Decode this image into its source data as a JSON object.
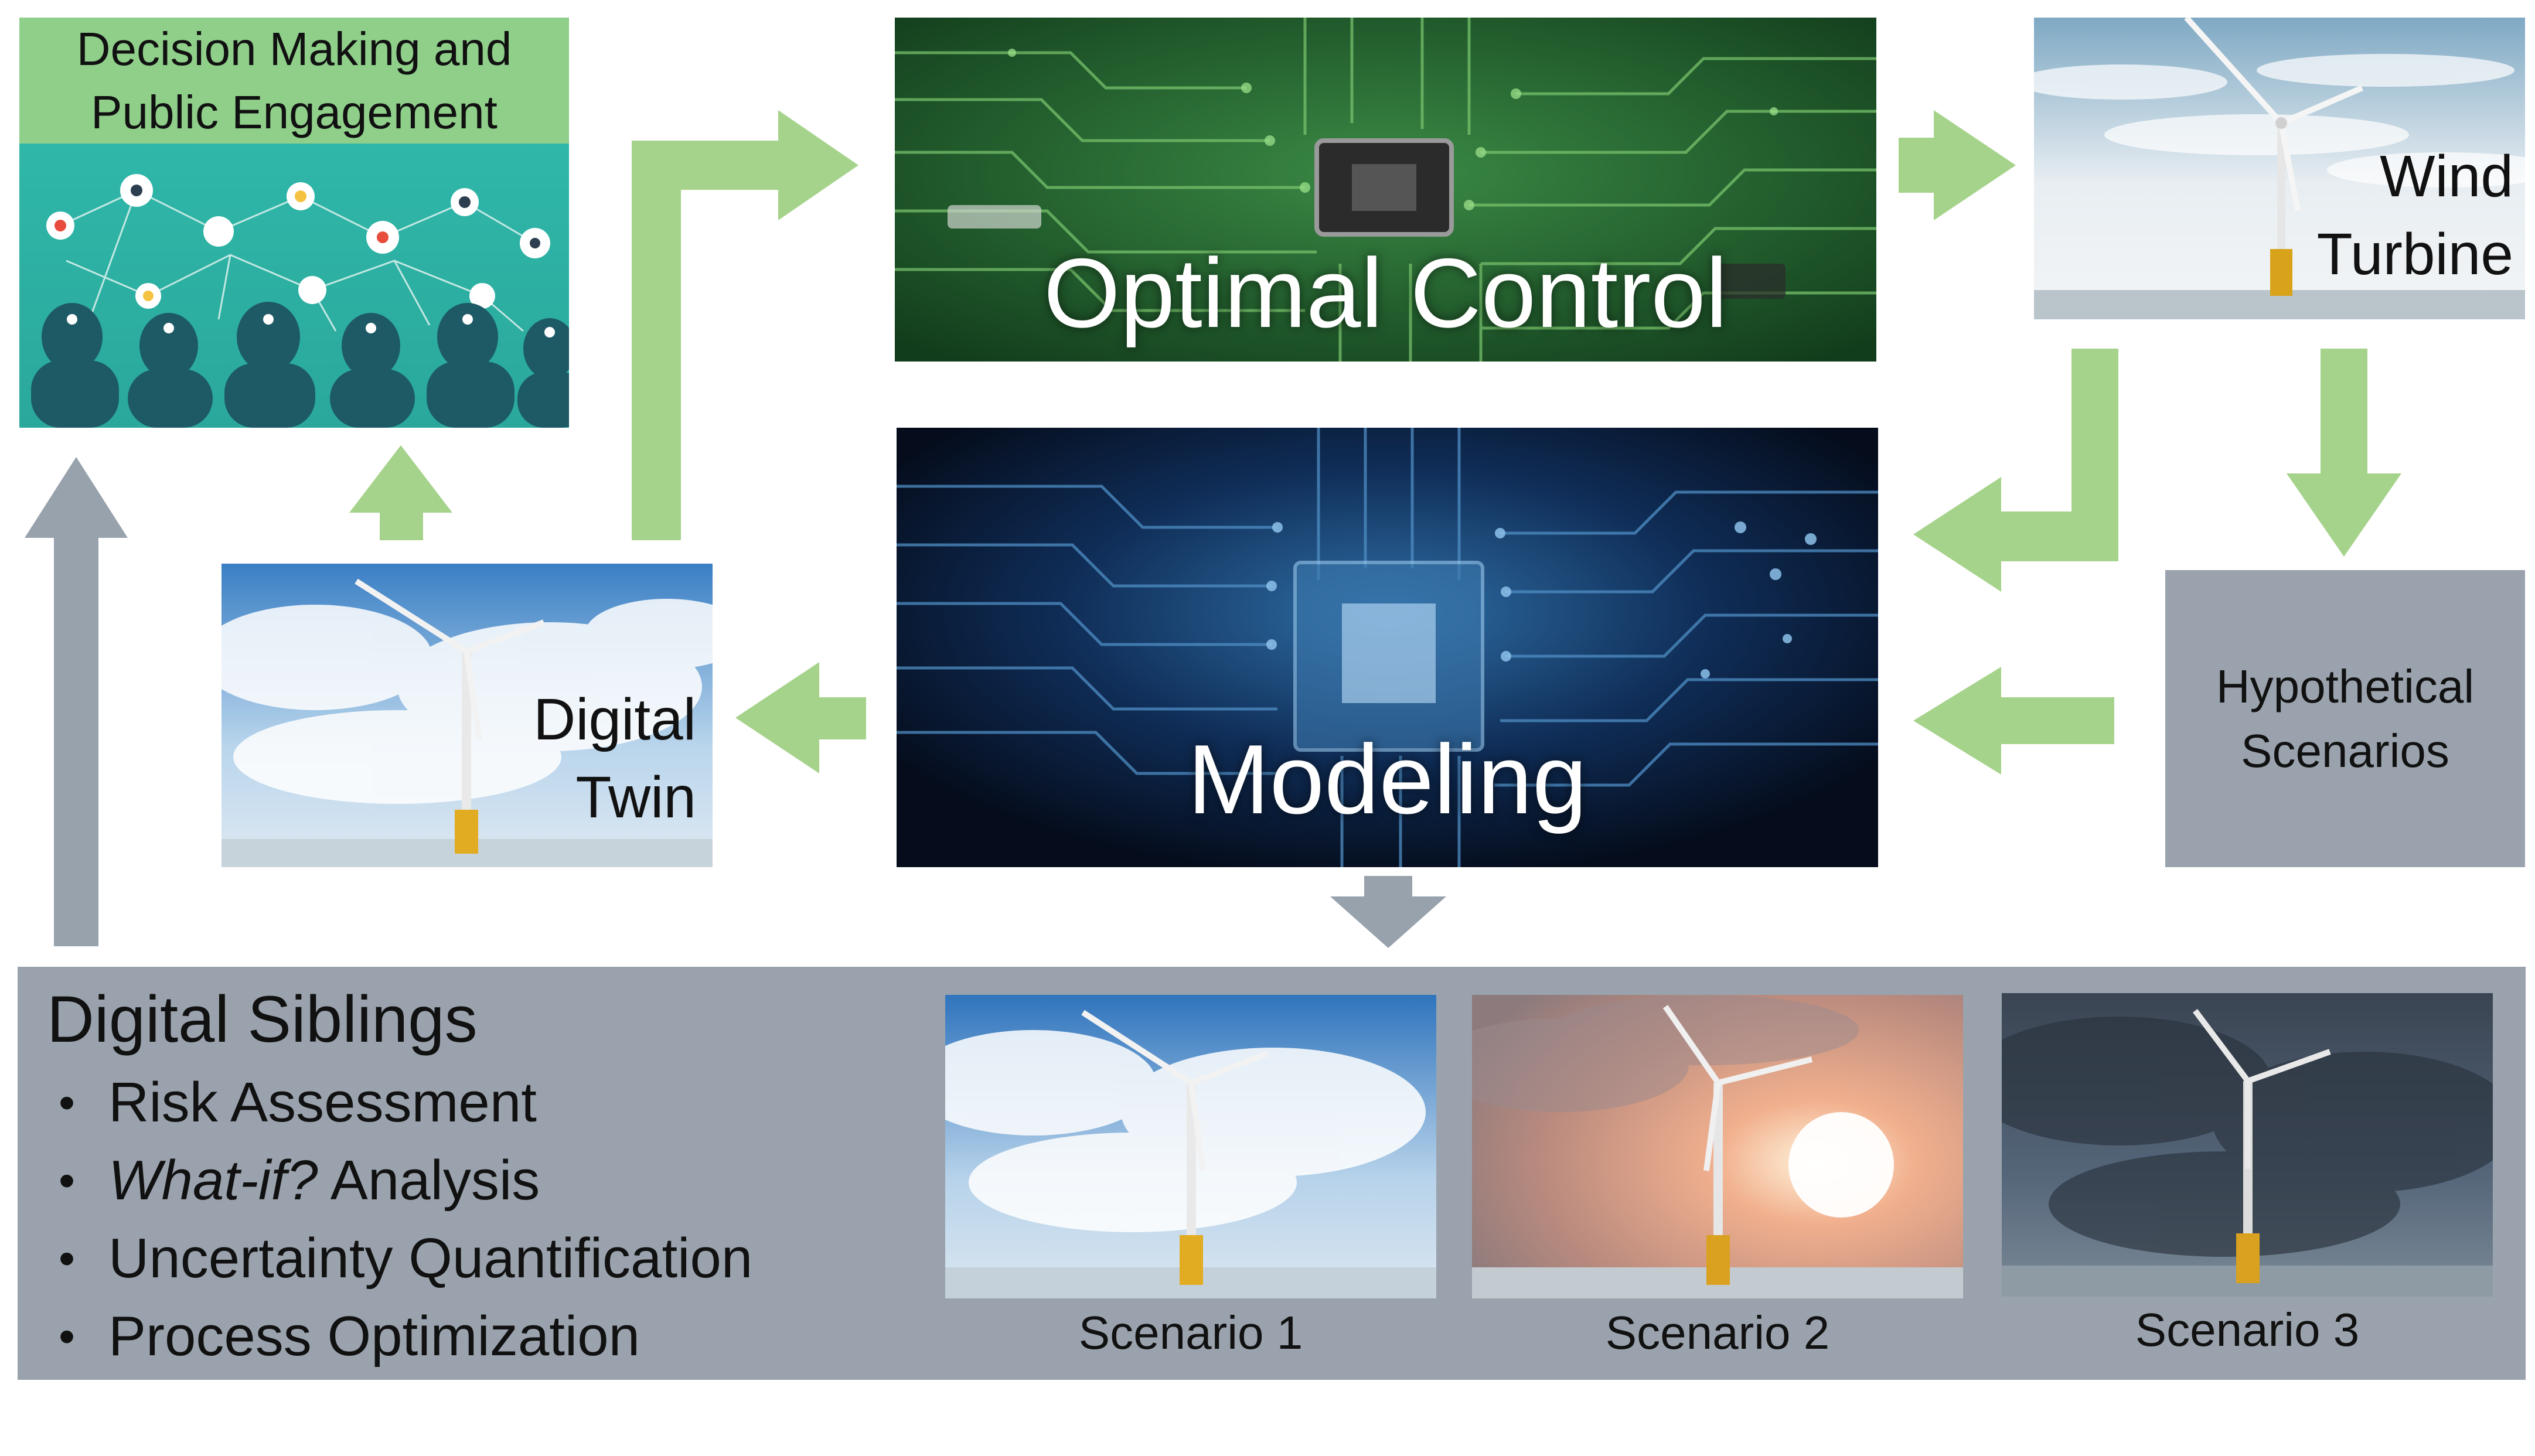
{
  "decision": {
    "line1": "Decision Making and",
    "line2": "Public Engagement"
  },
  "optimal_control": {
    "label": "Optimal Control"
  },
  "modeling": {
    "label": "Modeling"
  },
  "wind_turbine": {
    "line1": "Wind",
    "line2": "Turbine"
  },
  "digital_twin": {
    "line1": "Digital",
    "line2": "Twin"
  },
  "hypothetical": {
    "line1": "Hypothetical",
    "line2": "Scenarios"
  },
  "siblings": {
    "title": "Digital Siblings",
    "bullet_1": "Risk Assessment",
    "bullet_2_italic": "What-if?",
    "bullet_2_rest": " Analysis",
    "bullet_3": "Uncertainty Quantification",
    "bullet_4": "Process Optimization",
    "bullet_symbol": "•"
  },
  "scenarios": {
    "s1": "Scenario 1",
    "s2": "Scenario 2",
    "s3": "Scenario 3"
  },
  "colors": {
    "green_arrow": "#a6d38c",
    "grey_arrow": "#98a2ad",
    "grey_panel": "#9aa3ad",
    "decision_header": "#8fcf8a",
    "decision_body": "#2eb4a6",
    "circuit_green": "#1f5b2e",
    "circuit_blue": "#0a1f3d"
  }
}
